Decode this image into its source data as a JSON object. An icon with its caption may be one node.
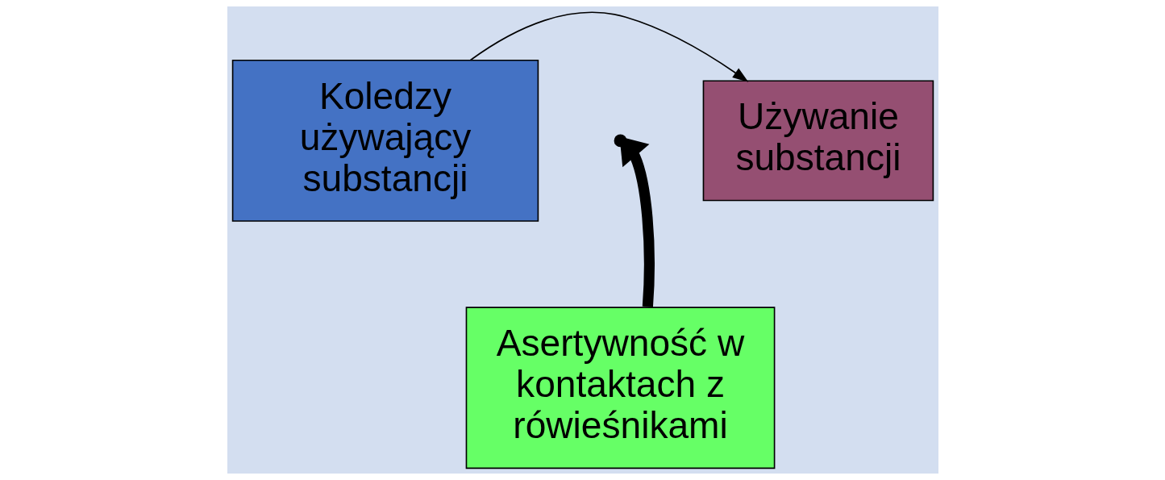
{
  "diagram": {
    "nodes": [
      {
        "text": [
          "Koledzy używający substancji"
        ]
      },
      {
        "text": [
          "Używanie substancji"
        ]
      },
      {
        "text": [
          "Asertywność w kontaktach z rówieśnikami"
        ]
      }
    ],
    "edges": [
      {
        "from": 0,
        "to": 1,
        "arrow": "to"
      },
      {
        "from": 2,
        "to": null,
        "arrow": "to",
        "style": "thick"
      }
    ]
  }
}
